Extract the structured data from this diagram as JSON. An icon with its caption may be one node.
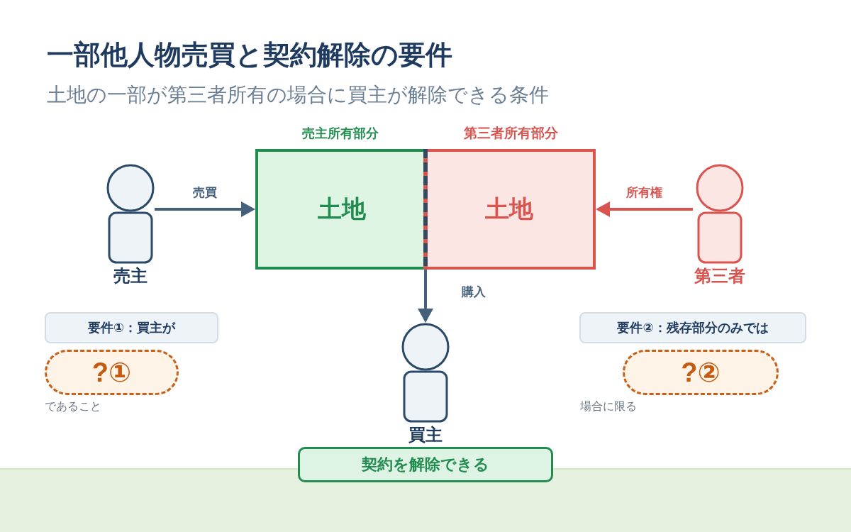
{
  "diagram": {
    "title": "一部他人物売買と契約解除の要件",
    "nodes": [
      {
        "text": [
          "売主"
        ]
      },
      {
        "text": [
          "売主所有部分",
          "土地"
        ]
      },
      {
        "text": [
          "第三者所有部分",
          "土地"
        ]
      },
      {
        "text": [
          "第三者"
        ]
      },
      {
        "text": [
          "買主"
        ]
      },
      {
        "text": [
          "要件①：買主が"
        ]
      },
      {
        "text": [
          "?①"
        ],
        "beside": [
          "であること"
        ]
      },
      {
        "text": [
          "要件②：残存部分のみでは"
        ]
      },
      {
        "text": [
          "?②"
        ],
        "beside": [
          "場合に限る"
        ]
      },
      {
        "text": [
          "契約を解除できる"
        ]
      }
    ],
    "edges": [
      {
        "from": 0,
        "to": 1,
        "arrow": "to",
        "label": "売買"
      },
      {
        "from": 3,
        "to": 2,
        "arrow": "to",
        "label": "所有権",
        "color": "#d9534f"
      },
      {
        "from": 1,
        "to": 4,
        "arrow": "to",
        "label": "購入"
      },
      {
        "from": 2,
        "to": 4,
        "arrow": "to"
      }
    ],
    "labels": [
      "土地の一部が第三者所有の場合に買主が解除できる条件"
    ]
  }
}
